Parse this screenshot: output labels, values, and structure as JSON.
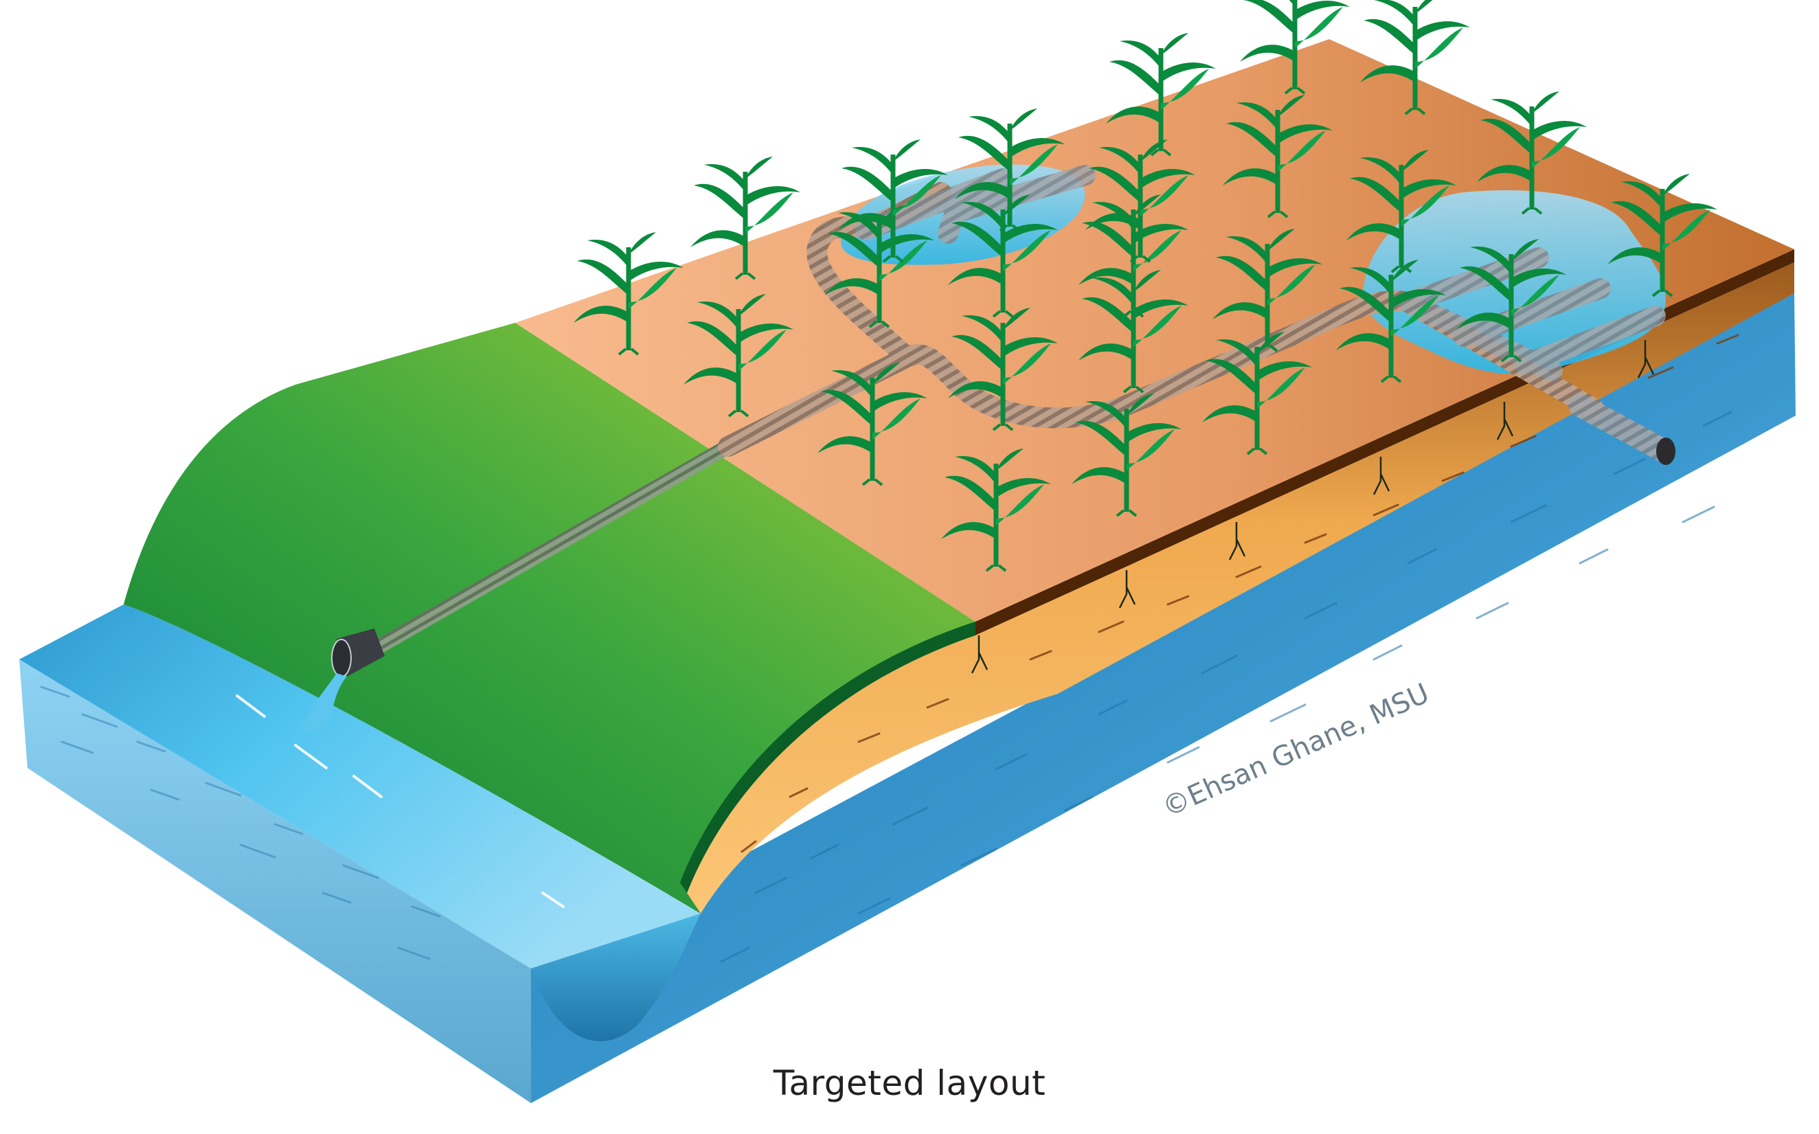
{
  "figure": {
    "caption": "Targeted layout",
    "watermark": "©Ehsan Ghane, MSU"
  },
  "scene": {
    "description": "Isometric block diagram of a field with targeted subsurface drainage: a main drain runs from wet depressions (ponded areas) in a corn field, under a grass waterway, and outlets into a drainage ditch.",
    "regions": [
      {
        "name": "drainage-ditch",
        "label": "Ditch"
      },
      {
        "name": "grass-waterway",
        "label": "Grass buffer"
      },
      {
        "name": "crop-field",
        "label": "Corn field"
      },
      {
        "name": "ponded-area-small",
        "label": "Wet depression"
      },
      {
        "name": "ponded-area-large",
        "label": "Wet depression"
      },
      {
        "name": "soil-profile",
        "label": "Soil profile"
      }
    ],
    "colors": {
      "ditch_water": "#4fc3ef",
      "water_face": "#2a8cc2",
      "grass_dark": "#0b7a3a",
      "grass_light": "#9ccb3b",
      "field_light": "#f6b88a",
      "field_dark": "#c9773a",
      "topsoil": "#4e2506",
      "subsoil": "#f3b25a",
      "pond": "#5cc6ef",
      "pipe": "#9ea3a8",
      "corn": "#0a8a3c"
    }
  }
}
